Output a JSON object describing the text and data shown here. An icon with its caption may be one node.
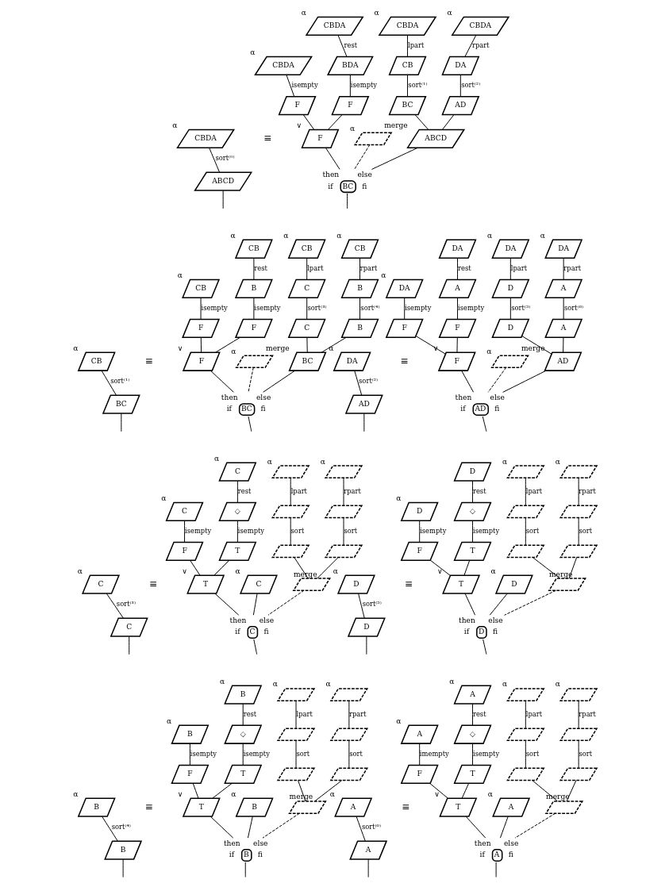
{
  "diagram": {
    "nodes": [
      {
        "text": [
          "CBDA"
        ],
        "beside": [
          "α"
        ]
      },
      {
        "text": [
          "CBDA"
        ],
        "beside": [
          "α"
        ]
      },
      {
        "text": [
          "CBDA"
        ],
        "beside": [
          "α"
        ]
      },
      {
        "text": [
          "CBDA"
        ],
        "beside": [
          "α"
        ]
      },
      {
        "text": [
          "BDA"
        ]
      },
      {
        "text": [
          "CB"
        ]
      },
      {
        "text": [
          "DA"
        ]
      },
      {
        "text": [
          "F"
        ]
      },
      {
        "text": [
          "F"
        ]
      },
      {
        "text": [
          "BC"
        ]
      },
      {
        "text": [
          "AD"
        ]
      },
      {
        "text": [
          "CBDA"
        ],
        "beside": [
          "α"
        ]
      },
      {
        "text": [
          "F"
        ],
        "beside": [
          "∨"
        ]
      },
      {
        "text": [],
        "shape": "parallelogram",
        "beside": [
          "α"
        ]
      },
      {
        "text": [
          "ABCD"
        ],
        "beside": [
          "merge"
        ]
      },
      {
        "text": [
          "ABCD"
        ]
      },
      {
        "text": [
          "BC"
        ],
        "beside": [
          "then",
          "else",
          "if",
          "fi"
        ]
      },
      {
        "text": [
          "CB"
        ],
        "beside": [
          "α"
        ]
      },
      {
        "text": [
          "CB"
        ],
        "beside": [
          "α"
        ]
      },
      {
        "text": [
          "CB"
        ],
        "beside": [
          "α"
        ]
      },
      {
        "text": [
          "CB"
        ],
        "beside": [
          "α"
        ]
      },
      {
        "text": [
          "B"
        ]
      },
      {
        "text": [
          "C"
        ]
      },
      {
        "text": [
          "B"
        ]
      },
      {
        "text": [
          "F"
        ]
      },
      {
        "text": [
          "F"
        ]
      },
      {
        "text": [
          "C"
        ]
      },
      {
        "text": [
          "B"
        ]
      },
      {
        "text": [
          "CB"
        ],
        "beside": [
          "α"
        ]
      },
      {
        "text": [
          "F"
        ],
        "beside": [
          "∨"
        ]
      },
      {
        "text": [],
        "shape": "parallelogram",
        "beside": [
          "α"
        ]
      },
      {
        "text": [
          "BC"
        ],
        "beside": [
          "merge"
        ]
      },
      {
        "text": [
          "BC"
        ]
      },
      {
        "text": [
          "BC"
        ],
        "beside": [
          "then",
          "else",
          "if",
          "fi"
        ]
      },
      {
        "text": [
          "DA"
        ]
      },
      {
        "text": [
          "DA"
        ],
        "beside": [
          "α"
        ]
      },
      {
        "text": [
          "DA"
        ],
        "beside": [
          "α"
        ]
      },
      {
        "text": [
          "DA"
        ],
        "beside": [
          "α"
        ]
      },
      {
        "text": [
          "A"
        ]
      },
      {
        "text": [
          "D"
        ]
      },
      {
        "text": [
          "A"
        ]
      },
      {
        "text": [
          "F"
        ]
      },
      {
        "text": [
          "F"
        ]
      },
      {
        "text": [
          "D"
        ]
      },
      {
        "text": [
          "A"
        ]
      },
      {
        "text": [
          "DA"
        ],
        "beside": [
          "α"
        ]
      },
      {
        "text": [
          "F"
        ],
        "beside": [
          "∨"
        ]
      },
      {
        "text": [],
        "shape": "parallelogram",
        "beside": [
          "α"
        ]
      },
      {
        "text": [
          "AD"
        ],
        "beside": [
          "merge"
        ]
      },
      {
        "text": [
          "AD"
        ]
      },
      {
        "text": [
          "AD"
        ],
        "beside": [
          "then",
          "else",
          "if",
          "fi"
        ]
      },
      {
        "text": [
          "C"
        ],
        "beside": [
          "α"
        ]
      },
      {
        "text": [],
        "shape": "parallelogram",
        "beside": [
          "α"
        ]
      },
      {
        "text": [],
        "shape": "parallelogram",
        "beside": [
          "α"
        ]
      },
      {
        "text": [
          "C"
        ],
        "beside": [
          "α"
        ]
      },
      {
        "text": [
          "◇"
        ]
      },
      {
        "text": [],
        "shape": "parallelogram"
      },
      {
        "text": [],
        "shape": "parallelogram"
      },
      {
        "text": [
          "F"
        ]
      },
      {
        "text": [
          "T"
        ]
      },
      {
        "text": [],
        "shape": "parallelogram"
      },
      {
        "text": [],
        "shape": "parallelogram"
      },
      {
        "text": [
          "C"
        ],
        "beside": [
          "α"
        ]
      },
      {
        "text": [
          "T"
        ],
        "beside": [
          "∨"
        ]
      },
      {
        "text": [
          "C"
        ],
        "beside": [
          "α"
        ]
      },
      {
        "text": [],
        "shape": "parallelogram",
        "beside": [
          "merge"
        ]
      },
      {
        "text": [
          "C"
        ]
      },
      {
        "text": [
          "C"
        ],
        "beside": [
          "then",
          "else",
          "if",
          "fi"
        ]
      },
      {
        "text": [
          "D"
        ]
      },
      {
        "text": [],
        "shape": "parallelogram",
        "beside": [
          "α"
        ]
      },
      {
        "text": [],
        "shape": "parallelogram",
        "beside": [
          "α"
        ]
      },
      {
        "text": [
          "D"
        ],
        "beside": [
          "α"
        ]
      },
      {
        "text": [
          "◇"
        ]
      },
      {
        "text": [],
        "shape": "parallelogram"
      },
      {
        "text": [],
        "shape": "parallelogram"
      },
      {
        "text": [
          "F"
        ]
      },
      {
        "text": [
          "T"
        ]
      },
      {
        "text": [],
        "shape": "parallelogram"
      },
      {
        "text": [],
        "shape": "parallelogram"
      },
      {
        "text": [
          "D"
        ],
        "beside": [
          "α"
        ]
      },
      {
        "text": [
          "T"
        ],
        "beside": [
          "∨"
        ]
      },
      {
        "text": [
          "D"
        ],
        "beside": [
          "α"
        ]
      },
      {
        "text": [],
        "shape": "parallelogram",
        "beside": [
          "merge"
        ]
      },
      {
        "text": [
          "D"
        ]
      },
      {
        "text": [
          "D"
        ],
        "beside": [
          "then",
          "else",
          "if",
          "fi"
        ]
      },
      {
        "text": [
          "B"
        ],
        "beside": [
          "α"
        ]
      },
      {
        "text": [],
        "shape": "parallelogram",
        "beside": [
          "α"
        ]
      },
      {
        "text": [],
        "shape": "parallelogram",
        "beside": [
          "α"
        ]
      },
      {
        "text": [
          "B"
        ],
        "beside": [
          "α"
        ]
      },
      {
        "text": [
          "◇"
        ]
      },
      {
        "text": [],
        "shape": "parallelogram"
      },
      {
        "text": [],
        "shape": "parallelogram"
      },
      {
        "text": [
          "F"
        ]
      },
      {
        "text": [
          "T"
        ]
      },
      {
        "text": [],
        "shape": "parallelogram"
      },
      {
        "text": [],
        "shape": "parallelogram"
      },
      {
        "text": [
          "B"
        ],
        "beside": [
          "α"
        ]
      },
      {
        "text": [
          "T"
        ],
        "beside": [
          "∨"
        ]
      },
      {
        "text": [
          "B"
        ],
        "beside": [
          "α"
        ]
      },
      {
        "text": [],
        "shape": "parallelogram",
        "beside": [
          "merge"
        ]
      },
      {
        "text": [
          "B"
        ]
      },
      {
        "text": [
          "B"
        ],
        "beside": [
          "then",
          "else",
          "if",
          "fi"
        ]
      },
      {
        "text": [
          "A"
        ],
        "beside": [
          "α"
        ]
      },
      {
        "text": [],
        "shape": "parallelogram",
        "beside": [
          "α"
        ]
      },
      {
        "text": [],
        "shape": "parallelogram",
        "beside": [
          "α"
        ]
      },
      {
        "text": [
          "A"
        ],
        "beside": [
          "α"
        ]
      },
      {
        "text": [
          "◇"
        ]
      },
      {
        "text": [],
        "shape": "parallelogram"
      },
      {
        "text": [],
        "shape": "parallelogram"
      },
      {
        "text": [
          "F"
        ]
      },
      {
        "text": [
          "T"
        ]
      },
      {
        "text": [],
        "shape": "parallelogram"
      },
      {
        "text": [],
        "shape": "parallelogram"
      },
      {
        "text": [
          "A"
        ],
        "beside": [
          "α"
        ]
      },
      {
        "text": [
          "T"
        ],
        "beside": [
          "∨"
        ]
      },
      {
        "text": [
          "A"
        ],
        "beside": [
          "α"
        ]
      },
      {
        "text": [],
        "shape": "parallelogram",
        "beside": [
          "merge"
        ]
      },
      {
        "text": [
          "A"
        ]
      },
      {
        "text": [
          "A"
        ],
        "beside": [
          "then",
          "else",
          "if",
          "fi"
        ]
      }
    ],
    "edges": [
      {
        "from": 11,
        "to": 15,
        "arrow": "none",
        "label": "sort⁽⁰⁾"
      },
      {
        "from": 15,
        "to": null,
        "arrow": "none"
      },
      {
        "from": 3,
        "to": 7,
        "arrow": "none",
        "label": "isempty"
      },
      {
        "from": 0,
        "to": 4,
        "arrow": "none",
        "label": "rest"
      },
      {
        "from": 4,
        "to": 8,
        "arrow": "none",
        "label": "isempty"
      },
      {
        "from": 1,
        "to": 5,
        "arrow": "none",
        "label": "lpart"
      },
      {
        "from": 5,
        "to": 9,
        "arrow": "none",
        "label": "sort⁽¹⁾"
      },
      {
        "from": 2,
        "to": 6,
        "arrow": "none",
        "label": "rpart"
      },
      {
        "from": 6,
        "to": 10,
        "arrow": "none",
        "label": "sort⁽²⁾"
      },
      {
        "from": 7,
        "to": 12,
        "arrow": "none"
      },
      {
        "from": 8,
        "to": 12,
        "arrow": "none"
      },
      {
        "from": 9,
        "to": 14,
        "arrow": "none"
      },
      {
        "from": 10,
        "to": 14,
        "arrow": "none"
      },
      {
        "from": 12,
        "to": 16,
        "arrow": "none"
      },
      {
        "from": 13,
        "to": 16,
        "arrow": "none",
        "style": "dashed"
      },
      {
        "from": 14,
        "to": 16,
        "arrow": "none"
      },
      {
        "from": 16,
        "to": null,
        "arrow": "none"
      },
      {
        "from": 28,
        "to": 32,
        "arrow": "none",
        "label": "sort⁽¹⁾"
      },
      {
        "from": 32,
        "to": null,
        "arrow": "none"
      },
      {
        "from": 20,
        "to": 24,
        "arrow": "none",
        "label": "isempty"
      },
      {
        "from": 17,
        "to": 21,
        "arrow": "none",
        "label": "rest"
      },
      {
        "from": 21,
        "to": 25,
        "arrow": "none",
        "label": "isempty"
      },
      {
        "from": 18,
        "to": 22,
        "arrow": "none",
        "label": "lpart"
      },
      {
        "from": 22,
        "to": 26,
        "arrow": "none",
        "label": "sort⁽³⁾"
      },
      {
        "from": 19,
        "to": 23,
        "arrow": "none",
        "label": "rpart"
      },
      {
        "from": 23,
        "to": 27,
        "arrow": "none",
        "label": "sort⁽⁴⁾"
      },
      {
        "from": 24,
        "to": 29,
        "arrow": "none"
      },
      {
        "from": 25,
        "to": 29,
        "arrow": "none"
      },
      {
        "from": 26,
        "to": 31,
        "arrow": "none"
      },
      {
        "from": 27,
        "to": 31,
        "arrow": "none"
      },
      {
        "from": 29,
        "to": 33,
        "arrow": "none"
      },
      {
        "from": 30,
        "to": 33,
        "arrow": "none",
        "style": "dashed"
      },
      {
        "from": 31,
        "to": 33,
        "arrow": "none"
      },
      {
        "from": 33,
        "to": null,
        "arrow": "none"
      },
      {
        "from": 45,
        "to": 49,
        "arrow": "none",
        "label": "sort⁽²⁾"
      },
      {
        "from": 49,
        "to": null,
        "arrow": "none"
      },
      {
        "from": 37,
        "to": 41,
        "arrow": "none",
        "label": "isempty"
      },
      {
        "from": 34,
        "to": 38,
        "arrow": "none",
        "label": "rest"
      },
      {
        "from": 38,
        "to": 42,
        "arrow": "none",
        "label": "isempty"
      },
      {
        "from": 35,
        "to": 39,
        "arrow": "none",
        "label": "lpart"
      },
      {
        "from": 39,
        "to": 43,
        "arrow": "none",
        "label": "sort⁽⁵⁾"
      },
      {
        "from": 36,
        "to": 40,
        "arrow": "none",
        "label": "rpart"
      },
      {
        "from": 40,
        "to": 44,
        "arrow": "none",
        "label": "sort⁽⁶⁾"
      },
      {
        "from": 41,
        "to": 46,
        "arrow": "none"
      },
      {
        "from": 42,
        "to": 46,
        "arrow": "none"
      },
      {
        "from": 43,
        "to": 48,
        "arrow": "none"
      },
      {
        "from": 44,
        "to": 48,
        "arrow": "none"
      },
      {
        "from": 46,
        "to": 50,
        "arrow": "none"
      },
      {
        "from": 47,
        "to": 50,
        "arrow": "none",
        "style": "dashed"
      },
      {
        "from": 48,
        "to": 50,
        "arrow": "none"
      },
      {
        "from": 50,
        "to": null,
        "arrow": "none"
      },
      {
        "from": 62,
        "to": 66,
        "arrow": "none",
        "label": "sort⁽³⁾"
      },
      {
        "from": 66,
        "to": null,
        "arrow": "none"
      },
      {
        "from": 54,
        "to": 58,
        "arrow": "none",
        "label": "isempty"
      },
      {
        "from": 51,
        "to": 55,
        "arrow": "none",
        "label": "rest"
      },
      {
        "from": 55,
        "to": 59,
        "arrow": "none",
        "label": "isempty"
      },
      {
        "from": 52,
        "to": 56,
        "arrow": "none",
        "label": "lpart"
      },
      {
        "from": 56,
        "to": 60,
        "arrow": "none",
        "label": "sort"
      },
      {
        "from": 53,
        "to": 57,
        "arrow": "none",
        "label": "rpart"
      },
      {
        "from": 57,
        "to": 61,
        "arrow": "none",
        "label": "sort"
      },
      {
        "from": 58,
        "to": 63,
        "arrow": "none"
      },
      {
        "from": 59,
        "to": 63,
        "arrow": "none"
      },
      {
        "from": 60,
        "to": 65,
        "arrow": "none"
      },
      {
        "from": 61,
        "to": 65,
        "arrow": "none"
      },
      {
        "from": 63,
        "to": 67,
        "arrow": "none"
      },
      {
        "from": 64,
        "to": 67,
        "arrow": "none"
      },
      {
        "from": 65,
        "to": 67,
        "arrow": "none",
        "style": "dashed"
      },
      {
        "from": 67,
        "to": null,
        "arrow": "none"
      },
      {
        "from": 79,
        "to": 83,
        "arrow": "none",
        "label": "sort⁽⁵⁾"
      },
      {
        "from": 83,
        "to": null,
        "arrow": "none"
      },
      {
        "from": 71,
        "to": 75,
        "arrow": "none",
        "label": "isempty"
      },
      {
        "from": 68,
        "to": 72,
        "arrow": "none",
        "label": "rest"
      },
      {
        "from": 72,
        "to": 76,
        "arrow": "none",
        "label": "isempty"
      },
      {
        "from": 69,
        "to": 73,
        "arrow": "none",
        "label": "lpart"
      },
      {
        "from": 73,
        "to": 77,
        "arrow": "none",
        "label": "sort"
      },
      {
        "from": 70,
        "to": 74,
        "arrow": "none",
        "label": "rpart"
      },
      {
        "from": 74,
        "to": 78,
        "arrow": "none",
        "label": "sort"
      },
      {
        "from": 75,
        "to": 80,
        "arrow": "none"
      },
      {
        "from": 76,
        "to": 80,
        "arrow": "none"
      },
      {
        "from": 77,
        "to": 82,
        "arrow": "none"
      },
      {
        "from": 78,
        "to": 82,
        "arrow": "none"
      },
      {
        "from": 80,
        "to": 84,
        "arrow": "none"
      },
      {
        "from": 81,
        "to": 84,
        "arrow": "none"
      },
      {
        "from": 82,
        "to": 84,
        "arrow": "none",
        "style": "dashed"
      },
      {
        "from": 84,
        "to": null,
        "arrow": "none"
      },
      {
        "from": 96,
        "to": 100,
        "arrow": "none",
        "label": "sort⁽⁴⁾"
      },
      {
        "from": 100,
        "to": null,
        "arrow": "none"
      },
      {
        "from": 88,
        "to": 92,
        "arrow": "none",
        "label": "isempty"
      },
      {
        "from": 85,
        "to": 89,
        "arrow": "none",
        "label": "rest"
      },
      {
        "from": 89,
        "to": 93,
        "arrow": "none",
        "label": "isempty"
      },
      {
        "from": 86,
        "to": 90,
        "arrow": "none",
        "label": "lpart"
      },
      {
        "from": 90,
        "to": 94,
        "arrow": "none",
        "label": "sort"
      },
      {
        "from": 87,
        "to": 91,
        "arrow": "none",
        "label": "rpart"
      },
      {
        "from": 91,
        "to": 95,
        "arrow": "none",
        "label": "sort"
      },
      {
        "from": 92,
        "to": 97,
        "arrow": "none"
      },
      {
        "from": 93,
        "to": 97,
        "arrow": "none"
      },
      {
        "from": 94,
        "to": 99,
        "arrow": "none"
      },
      {
        "from": 95,
        "to": 99,
        "arrow": "none"
      },
      {
        "from": 97,
        "to": 101,
        "arrow": "none"
      },
      {
        "from": 98,
        "to": 101,
        "arrow": "none"
      },
      {
        "from": 99,
        "to": 101,
        "arrow": "none",
        "style": "dashed"
      },
      {
        "from": 101,
        "to": null,
        "arrow": "none"
      },
      {
        "from": 113,
        "to": 117,
        "arrow": "none",
        "label": "sort⁽⁶⁾"
      },
      {
        "from": 117,
        "to": null,
        "arrow": "none"
      },
      {
        "from": 105,
        "to": 109,
        "arrow": "none",
        "label": "imempty"
      },
      {
        "from": 102,
        "to": 106,
        "arrow": "none",
        "label": "rest"
      },
      {
        "from": 106,
        "to": 110,
        "arrow": "none",
        "label": "isempty"
      },
      {
        "from": 103,
        "to": 107,
        "arrow": "none",
        "label": "lpart"
      },
      {
        "from": 107,
        "to": 111,
        "arrow": "none",
        "label": "sort"
      },
      {
        "from": 104,
        "to": 108,
        "arrow": "none",
        "label": "rpart"
      },
      {
        "from": 108,
        "to": 112,
        "arrow": "none",
        "label": "sort"
      },
      {
        "from": 109,
        "to": 114,
        "arrow": "none"
      },
      {
        "from": 110,
        "to": 114,
        "arrow": "none"
      },
      {
        "from": 111,
        "to": 116,
        "arrow": "none"
      },
      {
        "from": 112,
        "to": 116,
        "arrow": "none"
      },
      {
        "from": 114,
        "to": 118,
        "arrow": "none"
      },
      {
        "from": 115,
        "to": 118,
        "arrow": "none"
      },
      {
        "from": 116,
        "to": 118,
        "arrow": "none",
        "style": "dashed"
      },
      {
        "from": 118,
        "to": null,
        "arrow": "none"
      }
    ],
    "labels": [
      "≡",
      "≡",
      "≡",
      "≡",
      "≡",
      "≡",
      "≡"
    ]
  }
}
